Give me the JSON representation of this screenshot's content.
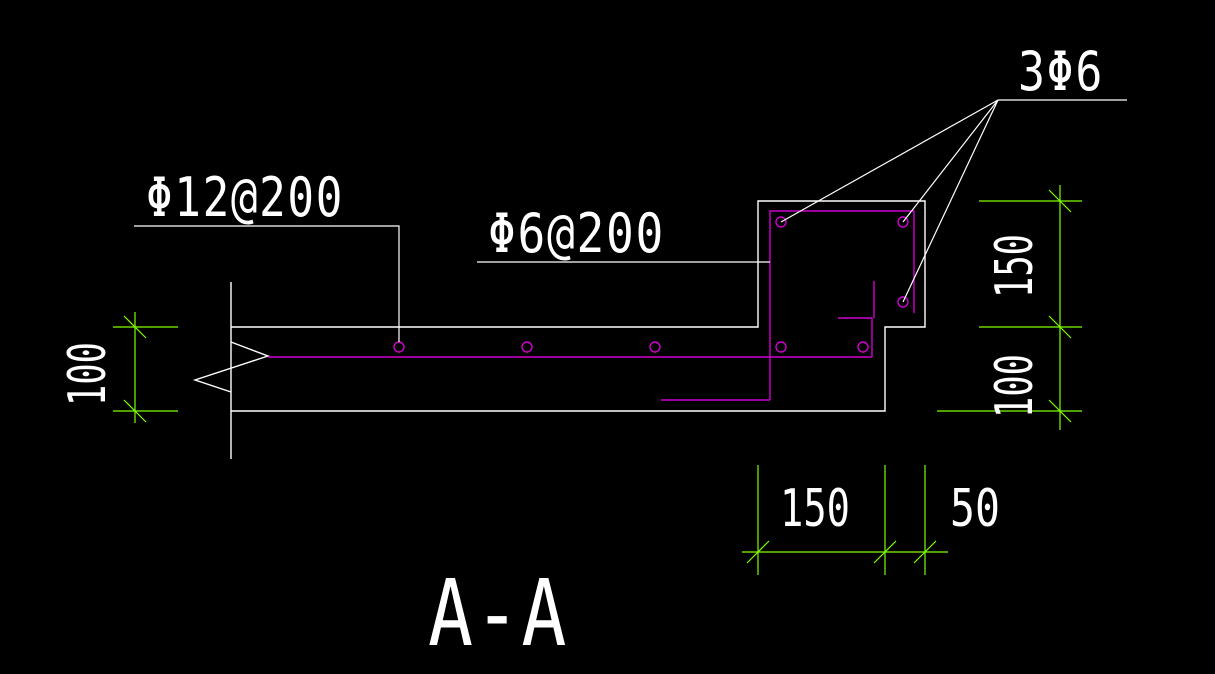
{
  "drawing": {
    "colors": {
      "background": "#000000",
      "outline": "#ffffff",
      "rebar": "#d000d0",
      "dimension": "#7fff00"
    },
    "labels": {
      "top_bar_spec": "Φ12@200",
      "stirrup_spec": "Φ6@200",
      "corner_bar_spec": "3Φ6",
      "section_title": "A-A"
    },
    "dimensions": {
      "slab_thickness": "100",
      "beam_upper_height": "150",
      "beam_lower_height": "100",
      "beam_width": "150",
      "beam_projection": "50"
    }
  }
}
